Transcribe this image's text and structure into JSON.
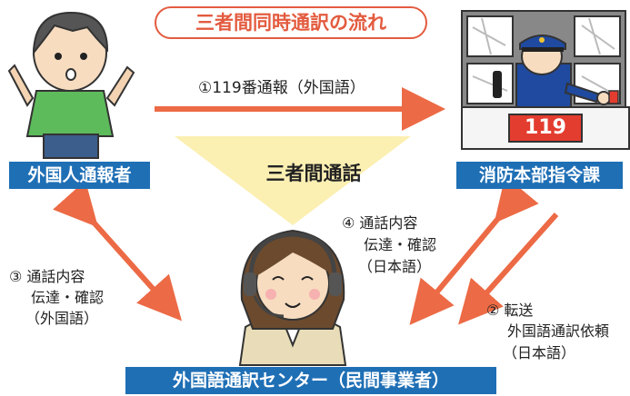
{
  "title": "三者間同時通訳の流れ",
  "step1": "①119番通報（外国語）",
  "center_label": "三者間通話",
  "caller_label": "外国人通報者",
  "fire_label": "消防本部指令課",
  "center_bottom_label": "外国語通訳センター（民間事業者）",
  "fire_sign": "119",
  "step3": [
    "③ 通話内容",
    "伝達・確認",
    "（外国語）"
  ],
  "step4": [
    "④ 通話内容",
    "伝達・確認",
    "（日本語）"
  ],
  "step2": [
    "② 転送",
    "外国語通訳依頼",
    "（日本語）"
  ],
  "colors": {
    "accent": "#e35b3f",
    "arrow": "#ec6a45",
    "blue": "#1f6fb5",
    "triangle": "#fbefb2"
  }
}
